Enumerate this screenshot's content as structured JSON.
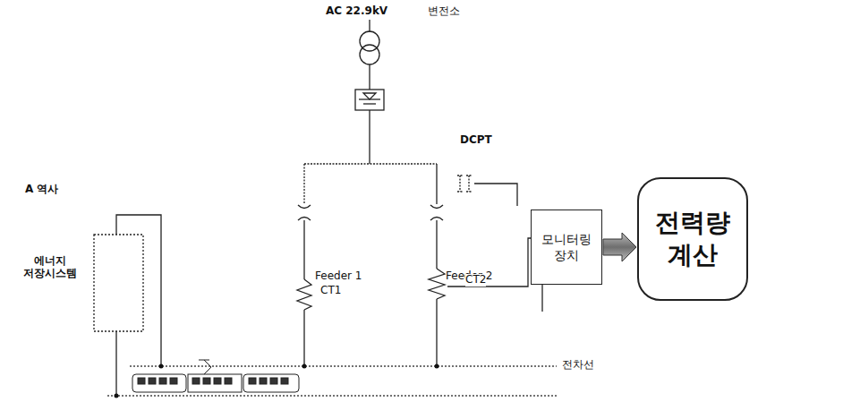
{
  "diagram": {
    "nodes": [
      {
        "text": [
          "모니터링 장치"
        ]
      },
      {
        "text": [
          "전력량 계산"
        ]
      }
    ],
    "edges": [
      {
        "from": 0,
        "to": 1,
        "arrow": "to"
      }
    ],
    "labels": [
      "AC 22.9kV",
      "변전소",
      "DCPT",
      "Feeder 1",
      "Feeder 2",
      "CT1",
      "CT2",
      "A 역사",
      "에너지 저장시스템",
      "전차선"
    ]
  }
}
